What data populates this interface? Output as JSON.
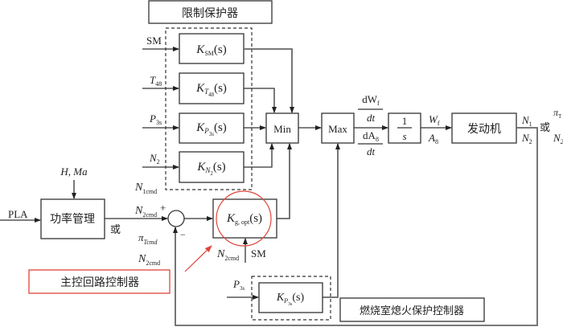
{
  "title_boxes": {
    "limit_protector": "限制保护器",
    "main_loop_controller": "主控回路控制器",
    "combustor_protection": "燃烧室熄火保护控制器"
  },
  "inputs": {
    "sm": "SM",
    "t48": "T",
    "t48_sub": "48",
    "p3s": "P",
    "p3s_sub": "3s",
    "n2": "N",
    "n2_sub": "2",
    "n1cmd": "N",
    "n1cmd_sub": "1cmd",
    "pla": "PLA",
    "h_ma": "H, Ma",
    "n2cmd": "N",
    "n2cmd_sub": "2cmd",
    "or": "或",
    "pi_tcmd": "π",
    "pi_tcmd_sub": "Tcmd",
    "n2cmd_alt": "N",
    "n2cmd_alt_sub": "2cmd",
    "plus": "+",
    "minus": "−",
    "kg_n2cmd": "N",
    "kg_n2cmd_sub": "2cmd",
    "kg_sm": "SM",
    "p3s_low": "P",
    "p3s_low_sub": "3s"
  },
  "blocks": {
    "k_sm": {
      "k": "K",
      "sub": "SM",
      "arg": "(s)"
    },
    "k_t48": {
      "k": "K",
      "sub": "T",
      "subsub": "48",
      "arg": "(s)"
    },
    "k_p3s": {
      "k": "K",
      "sub": "P",
      "subsub": "3s",
      "arg": "(s)"
    },
    "k_n2": {
      "k": "K",
      "sub": "N",
      "subsub": "2",
      "arg": "(s)"
    },
    "min": "Min",
    "max": "Max",
    "integrator_num": "1",
    "integrator_den": "s",
    "engine": "发动机",
    "power_mgmt": "功率管理",
    "k_gopt": {
      "k": "K",
      "sub": "g, opt",
      "arg": "(s)"
    },
    "k_p3s_low": {
      "k": "K",
      "sub": "P",
      "subsub": "3s",
      "arg": "(s)"
    }
  },
  "signals": {
    "dwf": "dW",
    "dwf_sub": "f",
    "dt1": "dt",
    "da8": "dA",
    "da8_sub": "8",
    "dt2": "dt",
    "wf": "W",
    "wf_sub": "f",
    "a8": "A",
    "a8_sub": "8",
    "n1_out": "N",
    "n1_out_sub": "1",
    "n2_out": "N",
    "n2_out_sub": "2",
    "or_out": "或",
    "pi_t": "π",
    "pi_t_sub": "T",
    "n2_far": "N",
    "n2_far_sub": "2"
  },
  "colors": {
    "highlight_red": "#e0443a",
    "line": "#333333",
    "line_gray": "#666666"
  }
}
